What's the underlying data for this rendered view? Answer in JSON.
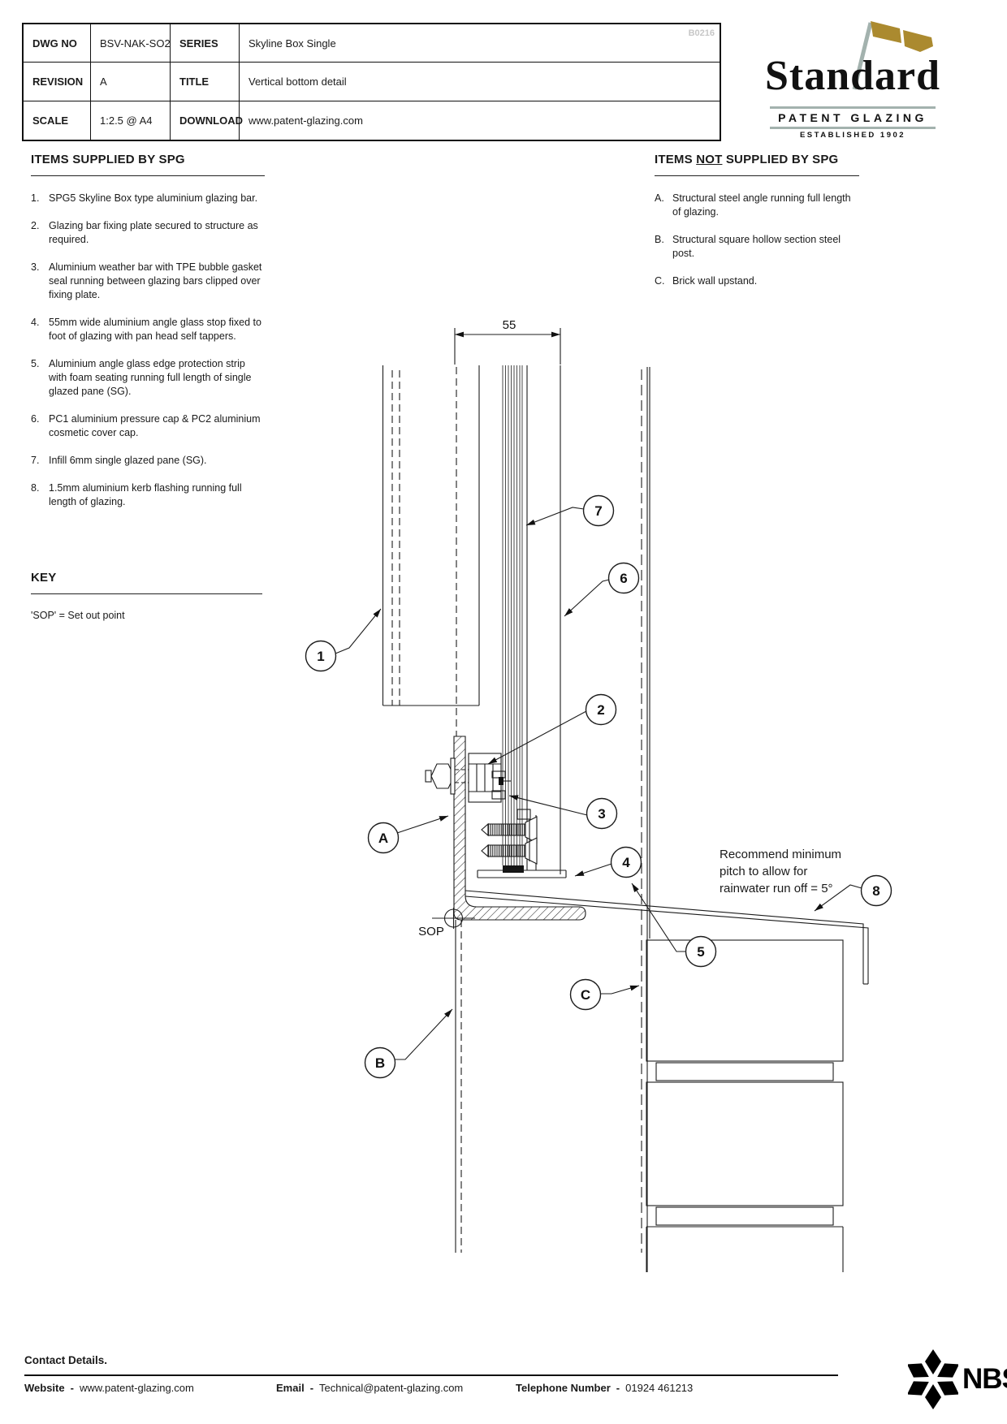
{
  "sheet": {
    "watermark": "B0216"
  },
  "title_block": {
    "rows": [
      {
        "label": "DWG NO",
        "value": "BSV-NAK-SO2",
        "label2": "SERIES",
        "value2": "Skyline Box Single"
      },
      {
        "label": "REVISION",
        "value": "A",
        "label2": "TITLE",
        "value2": "Vertical bottom detail"
      },
      {
        "label": "SCALE",
        "value": "1:2.5 @ A4",
        "label2": "DOWNLOAD",
        "value2": "www.patent-glazing.com"
      }
    ]
  },
  "logo": {
    "name": "Standard",
    "subtitle": "PATENT GLAZING",
    "established": "ESTABLISHED 1902"
  },
  "supplied": {
    "heading": "ITEMS SUPPLIED BY SPG",
    "items": [
      {
        "num": "1.",
        "text": "SPG5 Skyline Box type aluminium glazing bar."
      },
      {
        "num": "2.",
        "text": "Glazing bar fixing plate secured to structure as required."
      },
      {
        "num": "3.",
        "text": "Aluminium weather bar with TPE bubble gasket seal running between glazing bars clipped over fixing plate."
      },
      {
        "num": "4.",
        "text": "55mm wide aluminium angle glass stop fixed to foot of glazing with pan head self tappers."
      },
      {
        "num": "5.",
        "text": "Aluminium angle glass edge protection strip with foam seating running full length of single glazed pane (SG)."
      },
      {
        "num": "6.",
        "text": "PC1 aluminium pressure cap & PC2 aluminium cosmetic cover cap."
      },
      {
        "num": "7.",
        "text": "Infill 6mm single glazed pane (SG)."
      },
      {
        "num": "8.",
        "text": "1.5mm aluminium kerb flashing running full length of glazing."
      }
    ]
  },
  "not_supplied": {
    "heading_pre": "ITEMS ",
    "heading_not": "NOT",
    "heading_post": " SUPPLIED BY SPG",
    "items": [
      {
        "num": "A.",
        "text": "Structural steel angle running full length of glazing."
      },
      {
        "num": "B.",
        "text": "Structural square hollow section steel post."
      },
      {
        "num": "C.",
        "text": "Brick wall upstand."
      }
    ]
  },
  "key": {
    "heading": "KEY",
    "text": "'SOP' = Set out point"
  },
  "drawing": {
    "dimension_55": "55",
    "sop_label": "SOP",
    "note_lines": [
      "Recommend minimum",
      "pitch to allow for",
      "rainwater run off = 5°"
    ],
    "callouts": [
      {
        "label": "1"
      },
      {
        "label": "2"
      },
      {
        "label": "3"
      },
      {
        "label": "4"
      },
      {
        "label": "5"
      },
      {
        "label": "6"
      },
      {
        "label": "7"
      },
      {
        "label": "8"
      },
      {
        "label": "A"
      },
      {
        "label": "B"
      },
      {
        "label": "C"
      }
    ]
  },
  "footer": {
    "heading": "Contact Details.",
    "website_label": "Website",
    "sep": "-",
    "website": "www.patent-glazing.com",
    "email_label": "Email",
    "email": "Technical@patent-glazing.com",
    "phone_label": "Telephone Number",
    "phone": "01924 461213",
    "nbs": "NBS"
  }
}
